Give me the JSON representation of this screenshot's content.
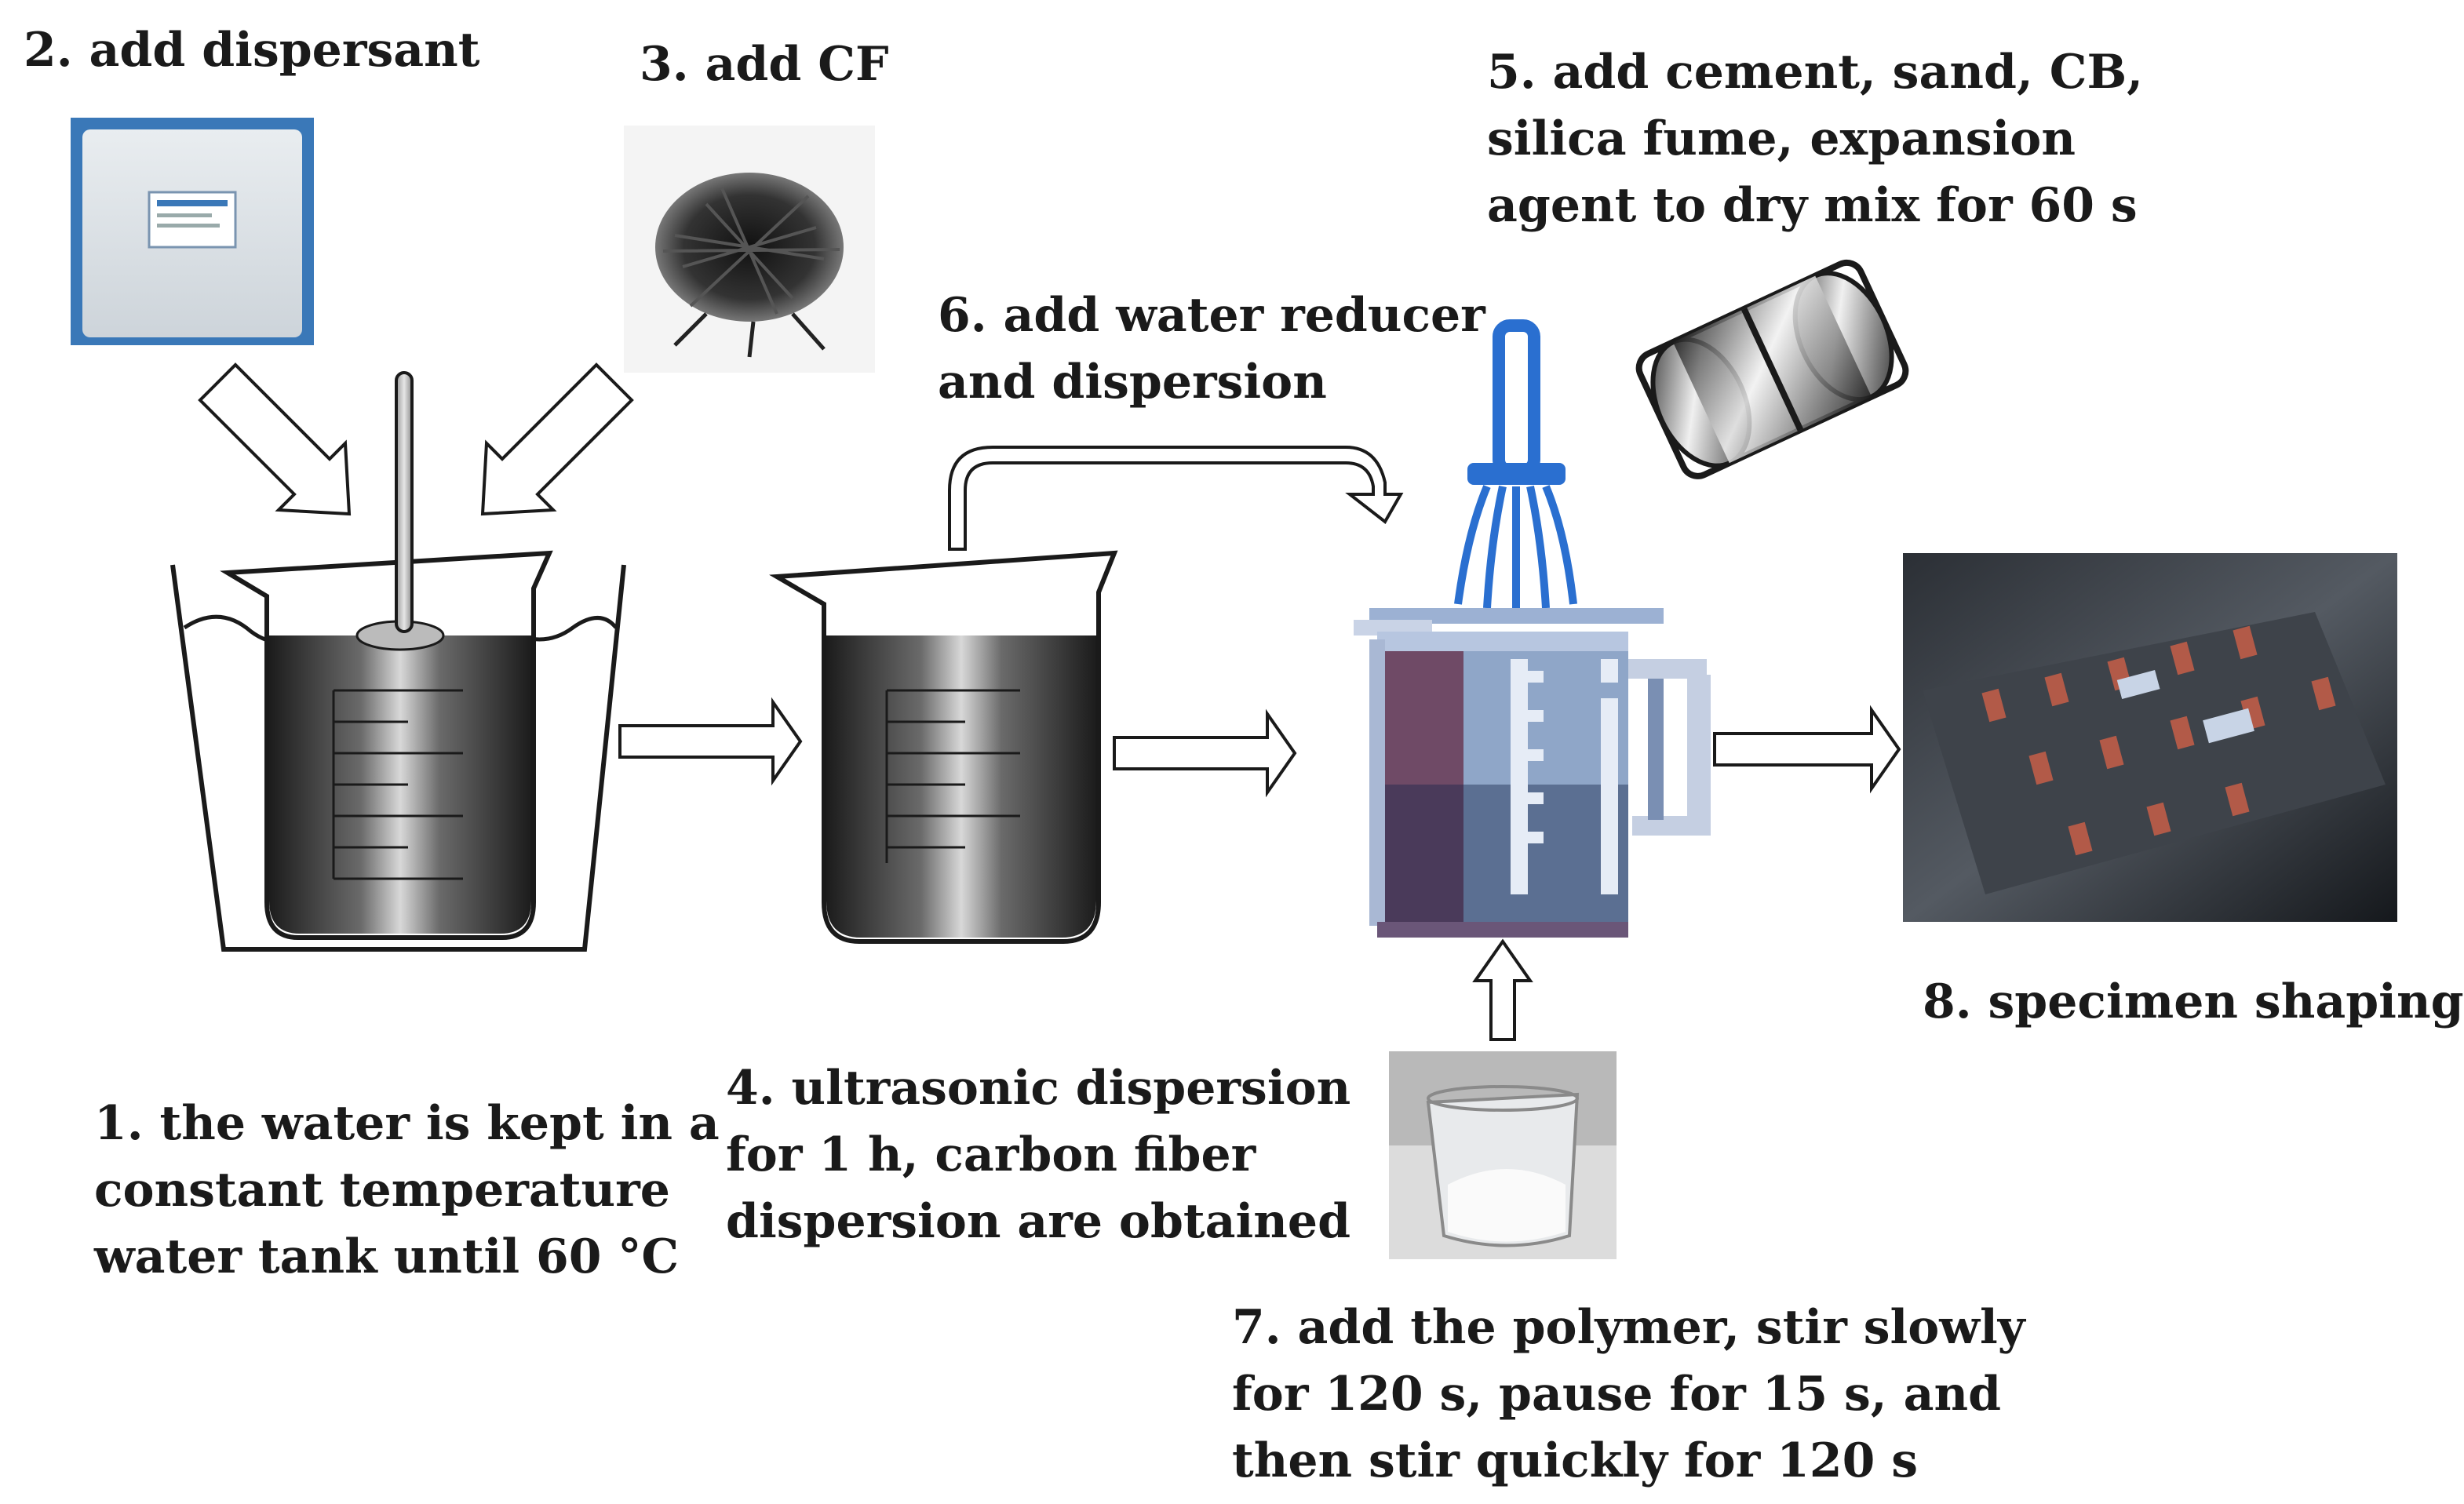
{
  "steps": {
    "step1": {
      "lines": [
        "1. the water is kept in a",
        "constant temperature",
        "water tank until 60 °C"
      ]
    },
    "step2": {
      "lines": [
        "2. add dispersant"
      ]
    },
    "step3": {
      "lines": [
        "3. add CF"
      ]
    },
    "step4": {
      "lines": [
        "4. ultrasonic dispersion",
        "for 1 h, carbon fiber",
        "dispersion are obtained"
      ]
    },
    "step5": {
      "lines": [
        "5. add cement, sand, CB,",
        "silica fume, expansion",
        "agent to dry mix for 60 s"
      ]
    },
    "step6": {
      "lines": [
        "6. add water reducer",
        "and dispersion"
      ]
    },
    "step7": {
      "lines": [
        "7. add the polymer, stir slowly",
        "for 120 s, pause for 15 s, and",
        "then stir quickly for 120 s"
      ]
    },
    "step8": {
      "lines": [
        "8. specimen shaping"
      ]
    }
  },
  "colors": {
    "whisk": "#2a6fd0",
    "mixer_left": "#6f4a66",
    "mixer_right": "#8fa6c8",
    "mixer_dark": "#4a3a5a",
    "liquid_dark": "#2a2a2a",
    "outline": "#1a1a1a"
  }
}
